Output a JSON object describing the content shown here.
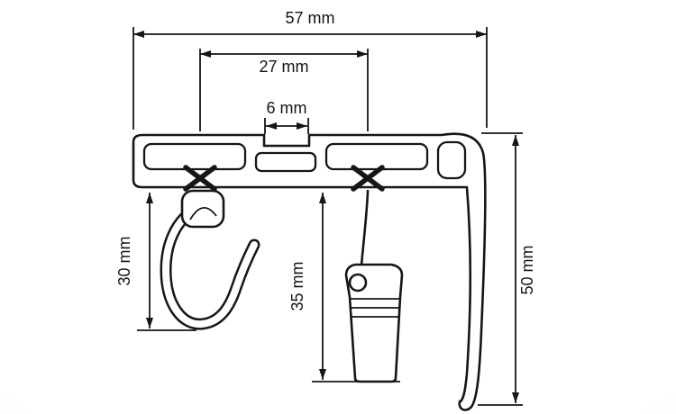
{
  "diagram": {
    "type": "technical-dimension-drawing",
    "subject": "curtain-rail-profile-cross-section",
    "dimensions": {
      "total_width": "57 mm",
      "glider_spacing": "27 mm",
      "top_slot_width": "6 mm",
      "hook_drop": "30 mm",
      "weight_drop": "35 mm",
      "total_height": "50 mm"
    },
    "colors": {
      "line": "#161616",
      "background": "#ffffff"
    }
  }
}
